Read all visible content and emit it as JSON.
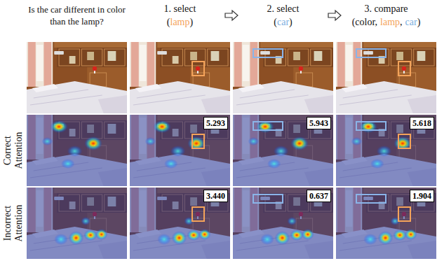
{
  "diagram": {
    "nodes": [
      {
        "text": [
          "5.293"
        ]
      },
      {
        "text": [
          "5.943"
        ]
      },
      {
        "text": [
          "5.618"
        ]
      },
      {
        "text": [
          "3.440"
        ]
      },
      {
        "text": [
          "0.637"
        ]
      },
      {
        "text": [
          "1.904"
        ]
      }
    ],
    "labels": [
      "Is the car different in color than the lamp?",
      "1. select",
      "(",
      "lamp",
      ")",
      "2. select",
      "(",
      "car",
      ")",
      "3. compare",
      "(color,",
      "lamp",
      ",",
      "car",
      ")",
      "Correct Attention",
      "Incorrect Attention"
    ]
  }
}
